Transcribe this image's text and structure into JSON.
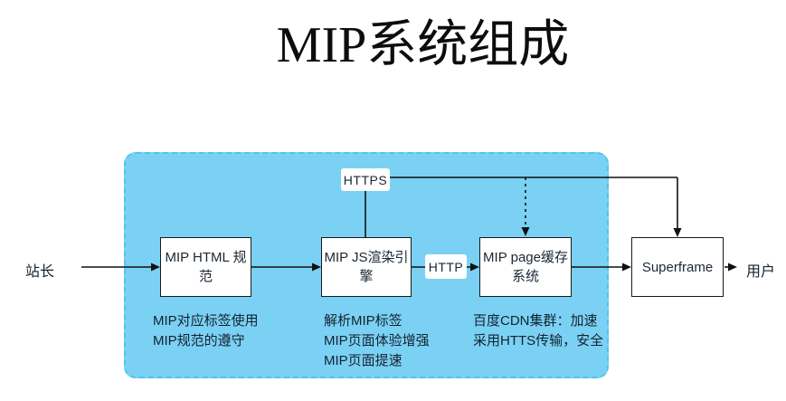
{
  "title": "MIP系统组成",
  "actors": {
    "source": "站长",
    "target": "用户"
  },
  "protocols": {
    "https": "HTTPS",
    "http": "HTTP"
  },
  "nodes": [
    {
      "id": "mip-html-spec",
      "label": "MIP HTML 规\n范",
      "note": "MIP对应标签使用\nMIP规范的遵守"
    },
    {
      "id": "mip-js-render-engine",
      "label": "MIP JS渲染引\n擎",
      "note": "解析MIP标签\nMIP页面体验增强\nMIP页面提速"
    },
    {
      "id": "mip-page-cache",
      "label": "MIP page缓存\n系统",
      "note": "百度CDN集群：加速\n采用HTTS传输，安全"
    },
    {
      "id": "superframe",
      "label": "Superframe",
      "note": ""
    }
  ],
  "colors": {
    "highlight_fill": "#7bd1f4",
    "highlight_border": "#4fc4ee",
    "line": "#111111"
  }
}
